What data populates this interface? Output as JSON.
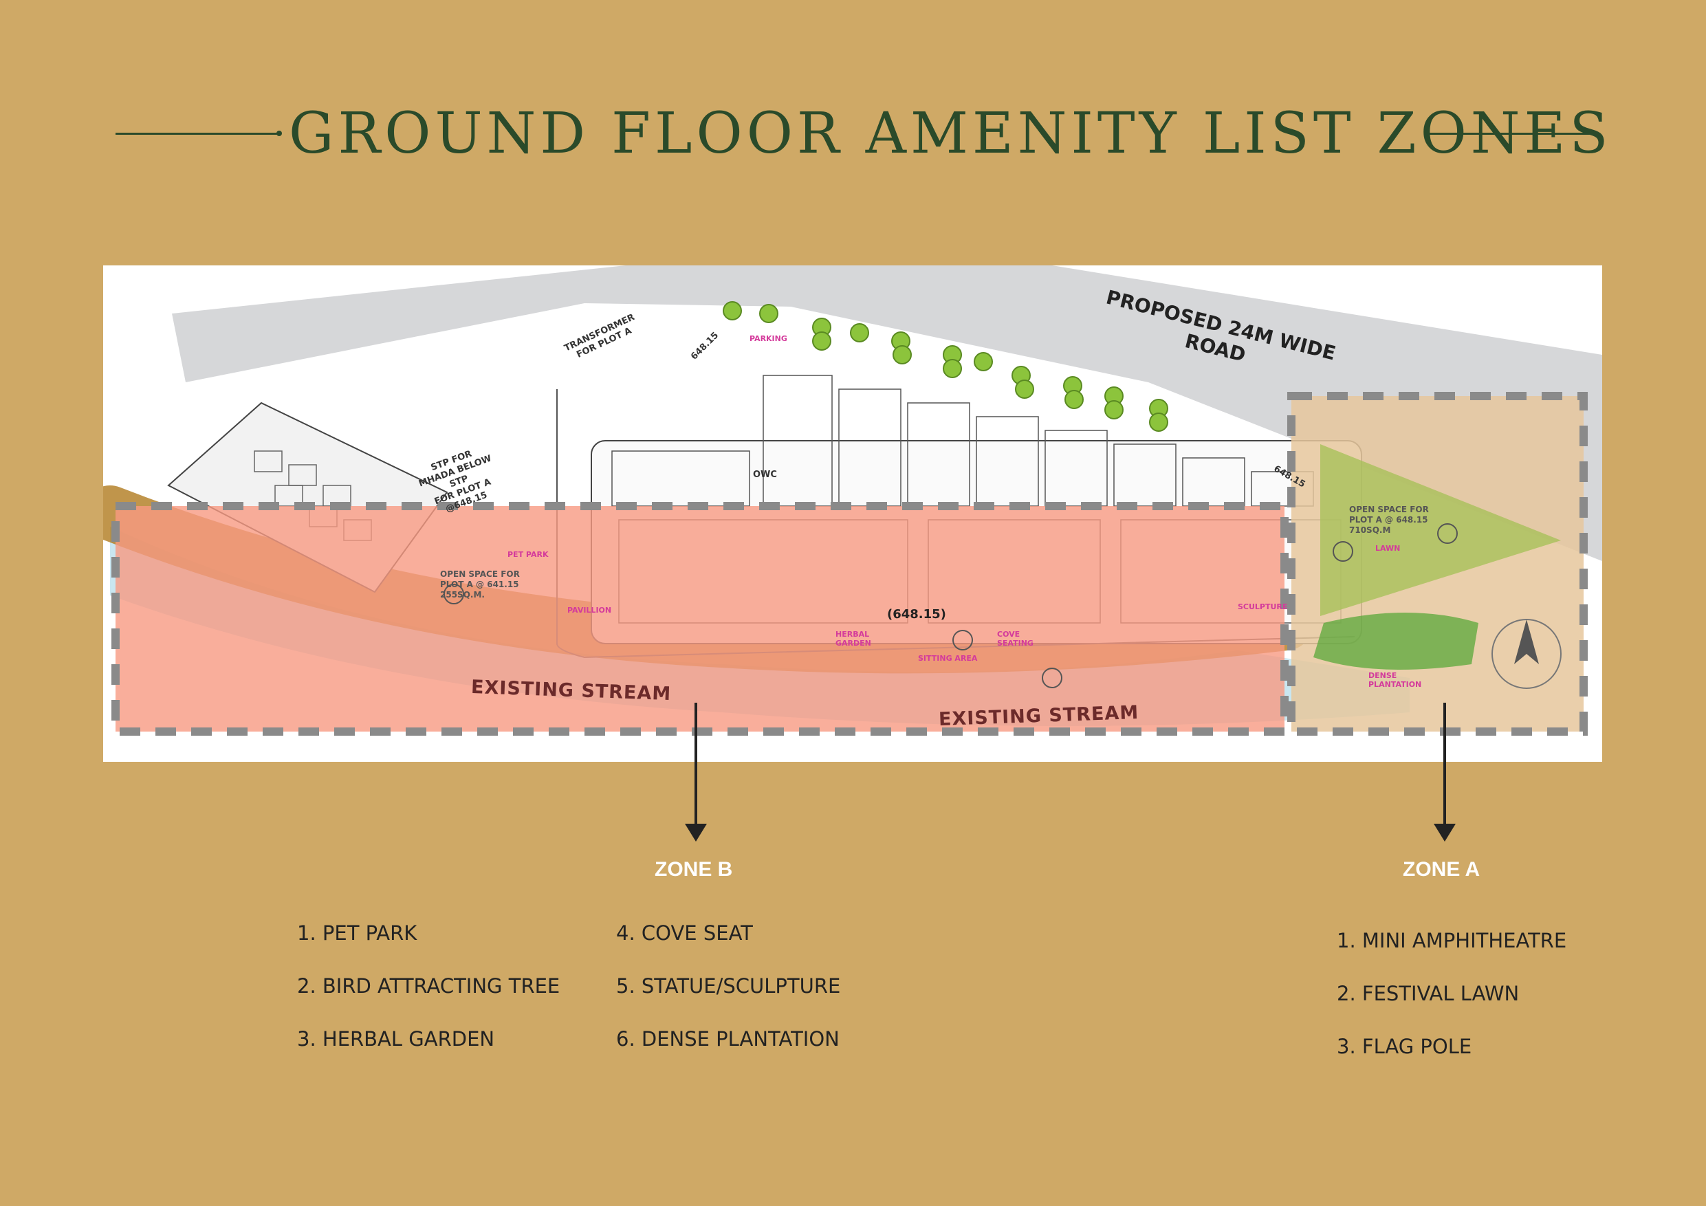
{
  "title": "GROUND FLOOR AMENITY LIST ZONES",
  "plan": {
    "road_label_1": "PROPOSED 24M WIDE",
    "road_label_2": "ROAD",
    "stream_label": "EXISTING STREAM",
    "level": "(648.15)",
    "owc": "OWC",
    "level_a": "648.15",
    "level_b": "648.15",
    "stp": [
      "STP FOR",
      "MHADA BELOW",
      "STP",
      "FOR PLOT A",
      "@648.15"
    ],
    "transformer": [
      "TRANSFORMER",
      "FOR PLOT A"
    ],
    "open_space_b": [
      "OPEN SPACE FOR",
      "PLOT A @ 641.15",
      "255SQ.M."
    ],
    "open_space_a": [
      "OPEN SPACE FOR",
      "PLOT A @ 648.15",
      "710SQ.M"
    ],
    "pet_park": "PET PARK",
    "pavilion": "PAVILLION",
    "sculpture": "SCULPTURE",
    "herbal": "HERBAL GARDEN",
    "cove": "COVE SEATING",
    "sitting": "SITTING AREA",
    "dense": "DENSE PLANTATION",
    "lawn": "LAWN",
    "parking": "PARKING"
  },
  "colors": {
    "background": "#cfa966",
    "title": "#2a4a2a",
    "zone_b_fill": "#f79a82",
    "zone_a_fill": "#e6c79c",
    "dash": "#8a8a8a"
  },
  "zones": {
    "b": {
      "label": "ZONE B",
      "col1": [
        "1. PET PARK",
        "2. BIRD ATTRACTING TREE",
        "3. HERBAL GARDEN"
      ],
      "col2": [
        "4. COVE SEAT",
        "5. STATUE/SCULPTURE",
        "6. DENSE PLANTATION"
      ]
    },
    "a": {
      "label": "ZONE A",
      "items": [
        "1. MINI AMPHITHEATRE",
        "2. FESTIVAL LAWN",
        "3. FLAG POLE"
      ]
    }
  }
}
